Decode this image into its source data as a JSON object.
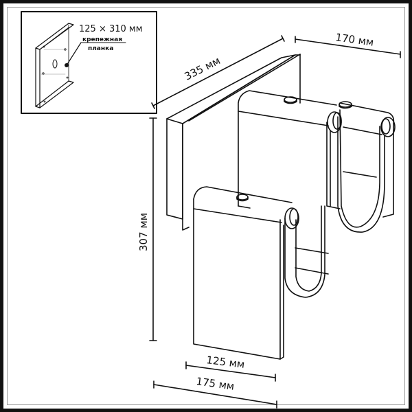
{
  "diagram": {
    "type": "technical-dimension-drawing",
    "subject": "wall lamp with two folded panels",
    "inset": {
      "dimension": "125 × 310 мм",
      "label_line1": "крепежная",
      "label_line2": "планка"
    },
    "dimensions": {
      "depth_top": "335 мм",
      "depth_right": "170 мм",
      "height": "307 мм",
      "panel_width": "125 мм",
      "total_width": "175 мм"
    },
    "colors": {
      "line": "#111111",
      "background": "#ffffff",
      "frame": "#111111"
    }
  }
}
